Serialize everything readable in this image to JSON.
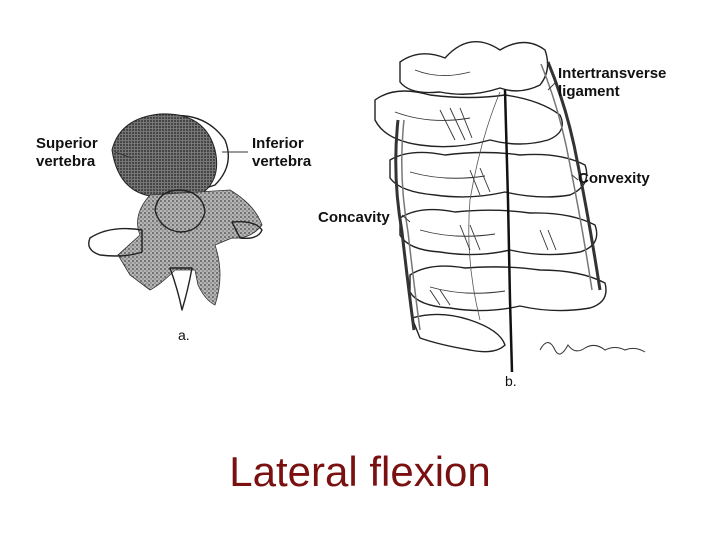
{
  "diagram_a": {
    "label_superior": [
      "Superior",
      "vertebra"
    ],
    "label_inferior": [
      "Inferior",
      "vertebra"
    ],
    "caption": "a."
  },
  "diagram_b": {
    "label_ligament": [
      "Intertransverse",
      "ligament"
    ],
    "label_convexity": "Convexity",
    "label_concavity": "Concavity",
    "caption": "b."
  },
  "title": "Lateral flexion",
  "colors": {
    "title": "#7a1010",
    "stipple": "#8a8a8a"
  }
}
